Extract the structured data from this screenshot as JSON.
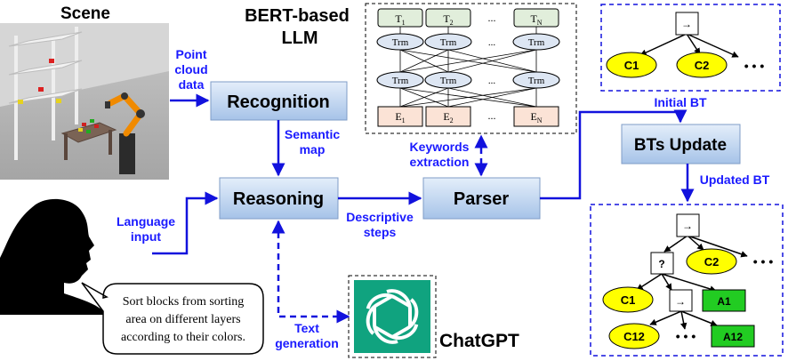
{
  "scene": {
    "title": "Scene"
  },
  "bert": {
    "title_line1": "BERT-based",
    "title_line2": "LLM",
    "tokens": [
      "T",
      "T",
      "...",
      "T"
    ],
    "token_subs": [
      "1",
      "2",
      "",
      "N"
    ],
    "trm": "Trm",
    "dots": "...",
    "embeds": [
      "E",
      "E",
      "...",
      "E"
    ],
    "embed_subs": [
      "1",
      "2",
      "",
      "N"
    ]
  },
  "labels": {
    "point_cloud": [
      "Point",
      "cloud",
      "data"
    ],
    "semantic_map": [
      "Semantic",
      "map"
    ],
    "keywords": [
      "Keywords",
      "extraction"
    ],
    "language": [
      "Language",
      "input"
    ],
    "descriptive": [
      "Descriptive",
      "steps"
    ],
    "text_gen": [
      "Text",
      "generation"
    ],
    "initial_bt": "Initial BT",
    "updated_bt": "Updated BT"
  },
  "blocks": {
    "recognition": "Recognition",
    "reasoning": "Reasoning",
    "parser": "Parser",
    "bts_update": "BTs Update"
  },
  "speech": [
    "Sort blocks from sorting",
    "area on different layers",
    "according to their colors."
  ],
  "chatgpt": "ChatGPT",
  "initial_tree": {
    "root": "→",
    "c1": "C1",
    "c2": "C2",
    "more": "• • •"
  },
  "updated_tree": {
    "root": "→",
    "fallback": "?",
    "c2": "C2",
    "more": "• • •",
    "c1": "C1",
    "seq": "→",
    "a1": "A1",
    "c12": "C12",
    "dots": "• • •",
    "a12": "A12"
  },
  "colors": {
    "arrow": "#1212dd",
    "label": "#1a1aff",
    "block_top": "#dce8f7",
    "block_bottom": "#a9c6ea",
    "condition": "#ffff00",
    "action": "#22cc22",
    "trm_fill": "#dde6f3",
    "token_fill": "#e1eedb",
    "embed_fill": "#fbe3d6"
  }
}
